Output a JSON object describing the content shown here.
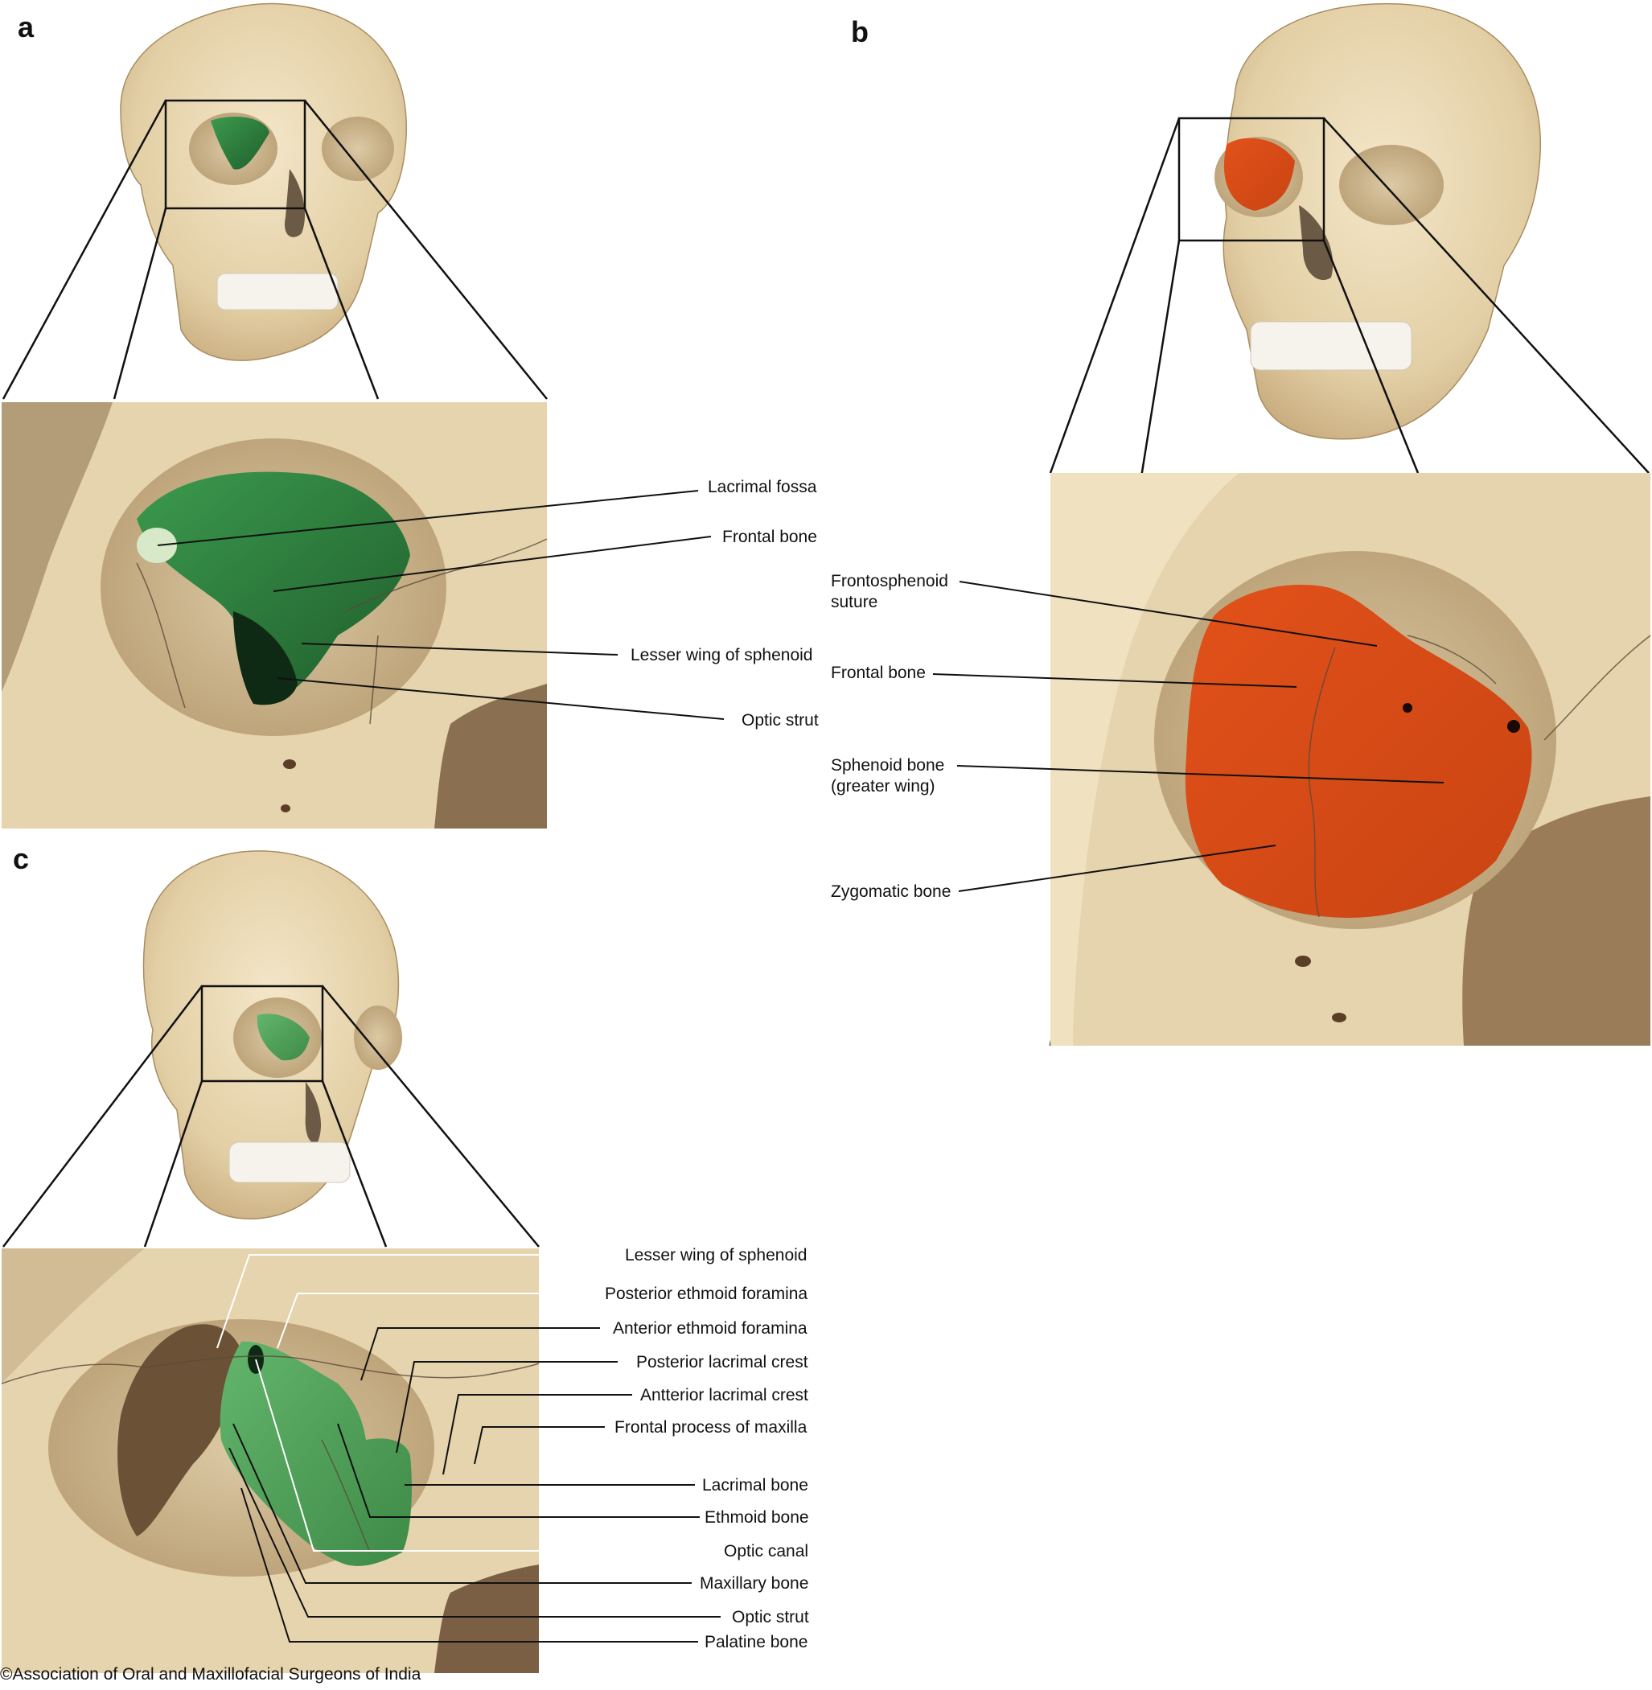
{
  "panels": [
    {
      "letter": "a",
      "labels": [
        "Lacrimal fossa",
        "Frontal bone",
        "Lesser wing of sphenoid",
        "Optic strut"
      ]
    },
    {
      "letter": "b",
      "labels": [
        "Frontosphenoid",
        "suture",
        "Frontal bone",
        "Sphenoid bone",
        "(greater wing)",
        "Zygomatic bone"
      ]
    },
    {
      "letter": "c",
      "labels": [
        "Lesser wing of sphenoid",
        "Posterior ethmoid foramina",
        "Anterior ethmoid foramina",
        "Posterior lacrimal crest",
        "Antterior lacrimal crest",
        "Frontal process of maxilla",
        "Lacrimal bone",
        "Ethmoid bone",
        "Optic canal",
        "Maxillary bone",
        "Optic strut",
        "Palatine bone"
      ]
    }
  ],
  "credit": "©Association of Oral and Maxillofacial Surgeons of India",
  "colors": {
    "bone": "#e8d7b5",
    "bone_shadow": "#c9b38c",
    "green_a": "#2f7d3e",
    "orange_b": "#e4571c",
    "green_c": "#4ea35a",
    "lacrimal_fossa": "#d7e9c9"
  }
}
